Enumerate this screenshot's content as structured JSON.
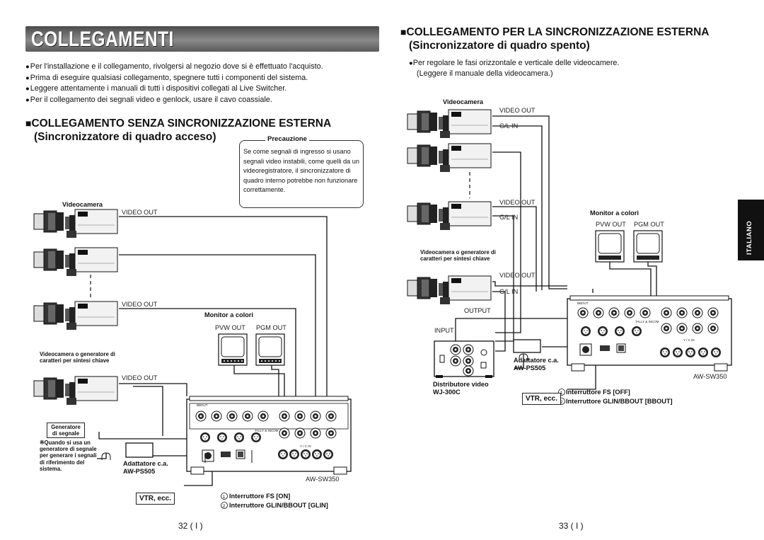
{
  "left": {
    "title": "COLLEGAMENTI",
    "bullets": [
      "Per l'installazione e il collegamento, rivolgersi al negozio dove si è effettuato l'acquisto.",
      "Prima di eseguire qualsiasi collegamento, spegnere tutti i componenti del sistema.",
      "Leggere attentamente i manuali di tutti i dispositivi collegati al Live Switcher.",
      "Per il collegamento dei segnali video e genlock, usare il cavo coassiale."
    ],
    "section_heading": "COLLEGAMENTO SENZA SINCRONIZZAZIONE ESTERNA",
    "section_sub": "(Sincronizzatore di quadro acceso)",
    "caution": {
      "label": "Precauzione",
      "text": "Se come segnali di ingresso si usano segnali video instabili, come quelli da un videoregistratore, il sincronizzatore di quadro interno potrebbe non funzionare correttamente."
    },
    "diagram": {
      "videocamera_label": "Videocamera",
      "video_out_1": "VIDEO OUT",
      "video_out_2": "VIDEO OUT",
      "video_out_3": "VIDEO OUT",
      "monitor_label": "Monitor a colori",
      "pvw_out": "PVW OUT",
      "pgm_out": "PGM OUT",
      "char_gen_label": "Videocamera o generatore di caratteri per sintesi chiave",
      "generator_box": "Generatore di segnale",
      "generator_note": "※Quando si usa un generatore di segnale per generare i segnali di riferimento del sistema.",
      "adapter_label": "Adattatore c.a.",
      "adapter_model": "AW-PS505",
      "switcher_model": "AW-SW350",
      "vtr_label": "VTR, ecc.",
      "switch_1": "Interruttore FS [ON]",
      "switch_2": "Interruttore GLIN/BBOUT [GLIN]"
    },
    "page": "32 ( I )"
  },
  "right": {
    "section_heading": "COLLEGAMENTO PER LA SINCRONIZZAZIONE ESTERNA",
    "section_sub": "(Sincronizzatore di quadro spento)",
    "bullet_1": "Per regolare le fasi orizzontale e verticale delle videocamere.",
    "bullet_1b": "(Leggere il manuale della videocamera.)",
    "diagram": {
      "videocamera_label": "Videocamera",
      "video_out_1": "VIDEO OUT",
      "gl_in_1": "G/L IN",
      "video_out_2": "VIDEO OUT",
      "gl_in_2": "G/L IN",
      "video_out_3": "VIDEO OUT",
      "gl_in_3": "G/L IN",
      "monitor_label": "Monitor a colori",
      "pvw_out": "PVW OUT",
      "pgm_out": "PGM OUT",
      "char_gen_label": "Videocamera o generatore di caratteri per sintesi chiave",
      "output_label": "OUTPUT",
      "input_label": "INPUT",
      "distributor_label": "Distributore video",
      "distributor_model": "WJ-300C",
      "adapter_label": "Adattatore c.a.",
      "adapter_model": "AW-PS505",
      "switcher_model": "AW-SW350",
      "vtr_label": "VTR, ecc.",
      "switch_1": "Interruttore FS [OFF]",
      "switch_2": "Interruttore GLIN/BBOUT [BBOUT]"
    },
    "side_tab": "ITALIANO",
    "page": "33 ( I )"
  }
}
